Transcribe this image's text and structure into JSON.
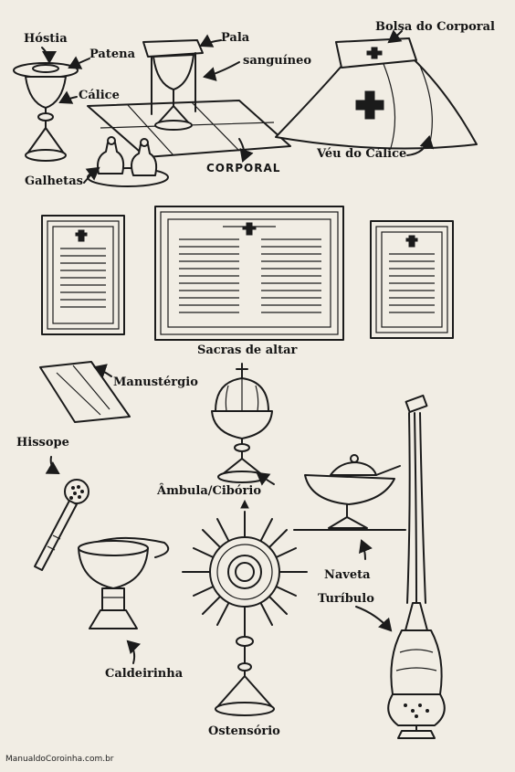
{
  "labels": {
    "hostia": "Hóstia",
    "patena": "Patena",
    "calice": "Cálice",
    "pala": "Pala",
    "sanguineo": "sanguíneo",
    "bolsa_corporal": "Bolsa do Corporal",
    "veu_calice": "Véu do Cálice",
    "galhetas": "Galhetas",
    "corporal": "CORPORAL",
    "sacras": "Sacras de altar",
    "manustergio": "Manustérgio",
    "hissope": "Hissope",
    "ambula": "Âmbula/Cibório",
    "naveta": "Naveta",
    "turibulo": "Turíbulo",
    "caldeirinha": "Caldeirinha",
    "ostensorio": "Ostensório"
  },
  "credit": "ManualdoCoroinha.com.br"
}
